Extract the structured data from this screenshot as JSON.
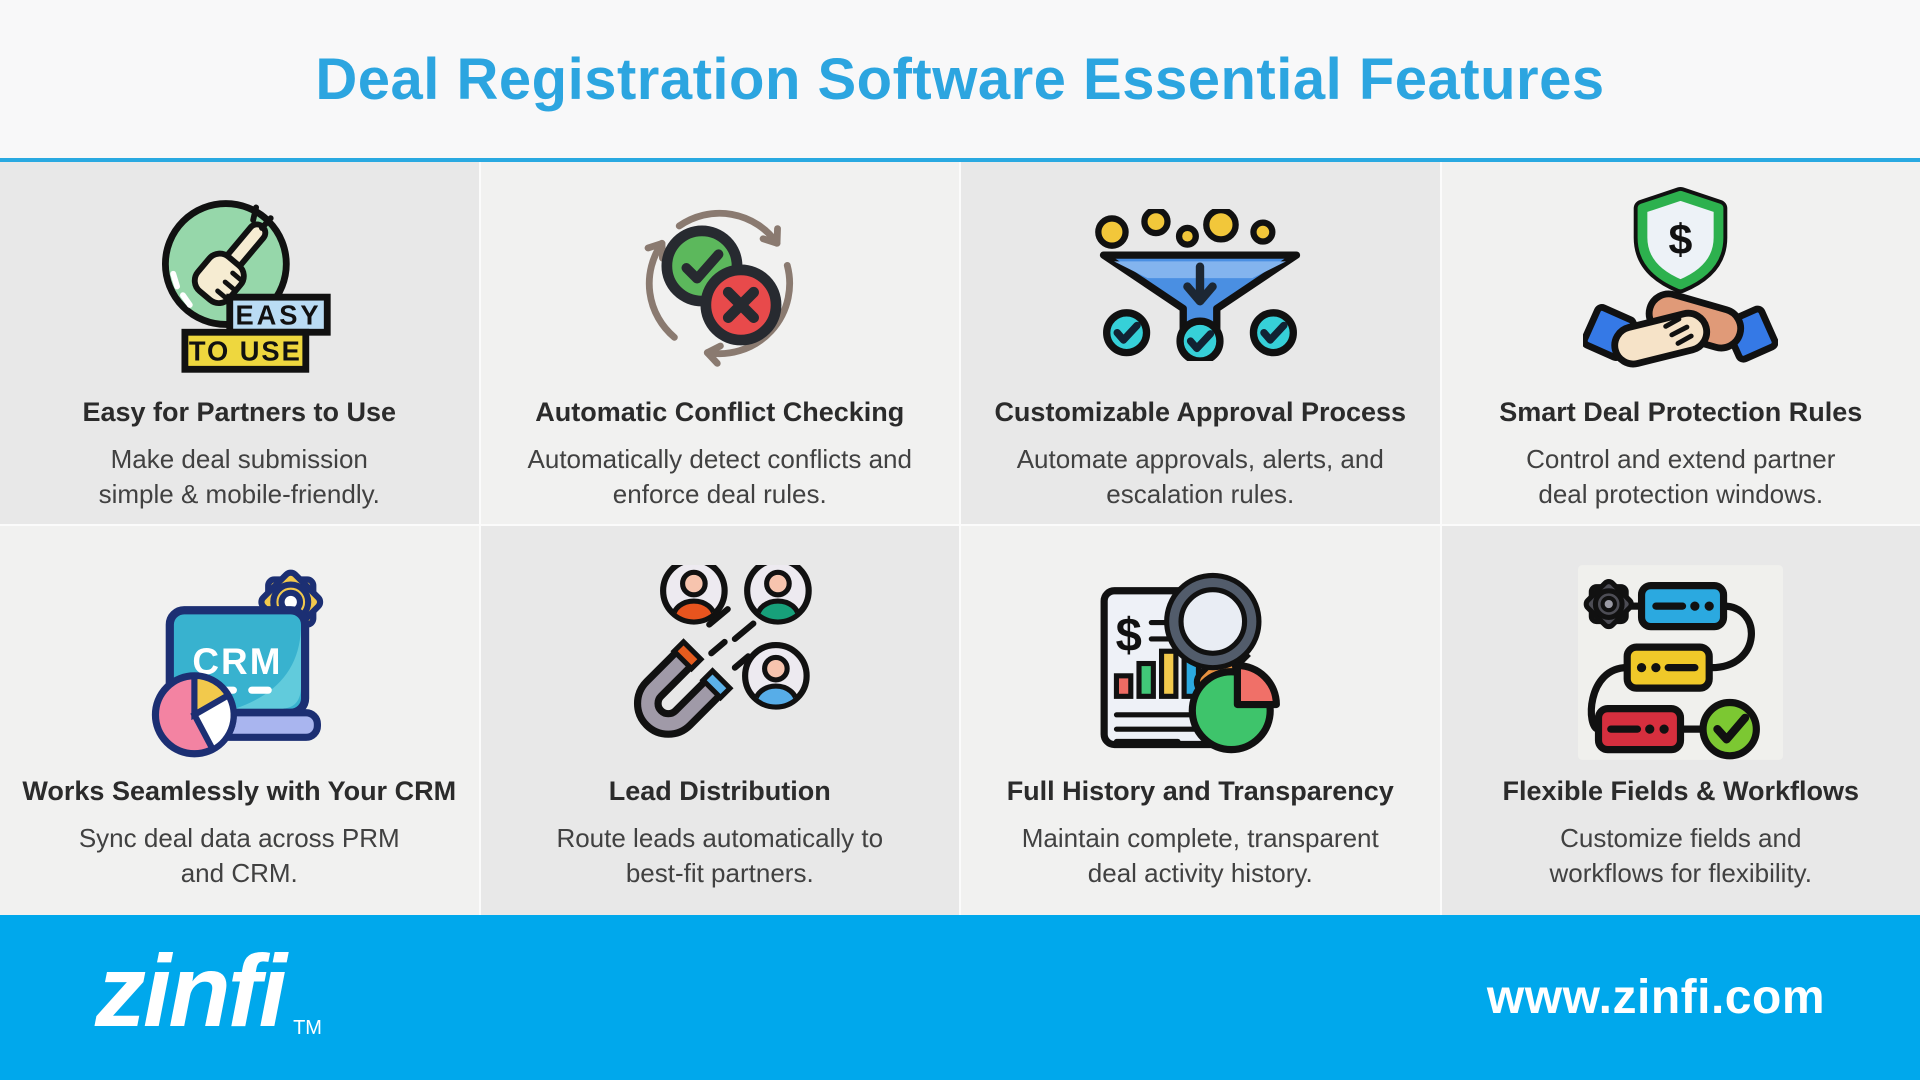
{
  "header": {
    "title": "Deal Registration Software Essential Features"
  },
  "features": [
    {
      "icon": "easy-to-use-icon",
      "title": "Easy for Partners to Use",
      "description": "Make deal submission simple & mobile-friendly.",
      "icon_labels": {
        "easy": "EASY",
        "to_use": "TO USE"
      }
    },
    {
      "icon": "conflict-check-icon",
      "title": "Automatic Conflict Checking",
      "description": "Automatically detect conflicts and enforce deal rules."
    },
    {
      "icon": "approval-funnel-icon",
      "title": "Customizable Approval Process",
      "description": "Automate approvals, alerts, and escalation rules."
    },
    {
      "icon": "deal-protection-icon",
      "title": "Smart Deal Protection Rules",
      "description": "Control and extend partner deal protection windows.",
      "icon_labels": {
        "dollar": "$"
      }
    },
    {
      "icon": "crm-sync-icon",
      "title": "Works Seamlessly with Your CRM",
      "description": "Sync deal data across PRM and CRM.",
      "icon_labels": {
        "crm": "CRM"
      }
    },
    {
      "icon": "lead-magnet-icon",
      "title": "Lead Distribution",
      "description": "Route leads automatically to best-fit partners."
    },
    {
      "icon": "history-transparency-icon",
      "title": "Full History and Transparency",
      "description": "Maintain complete, transparent deal activity history.",
      "icon_labels": {
        "dollar": "$"
      }
    },
    {
      "icon": "workflow-icon",
      "title": "Flexible Fields & Workflows",
      "description": "Customize fields and workflows for flexibility."
    }
  ],
  "footer": {
    "logo": "zinfi",
    "logo_tm": "TM",
    "website": "www.zinfi.com"
  },
  "colors": {
    "title_blue": "#2ca5e0",
    "rule_blue": "#29a9e1",
    "footer_blue": "#00a8ec",
    "card_dark": "#e8e8e8",
    "card_light": "#f1f1f0",
    "header_bg": "#f8f8f9",
    "title_text": "#2b2b2b",
    "desc_text": "#414141"
  }
}
